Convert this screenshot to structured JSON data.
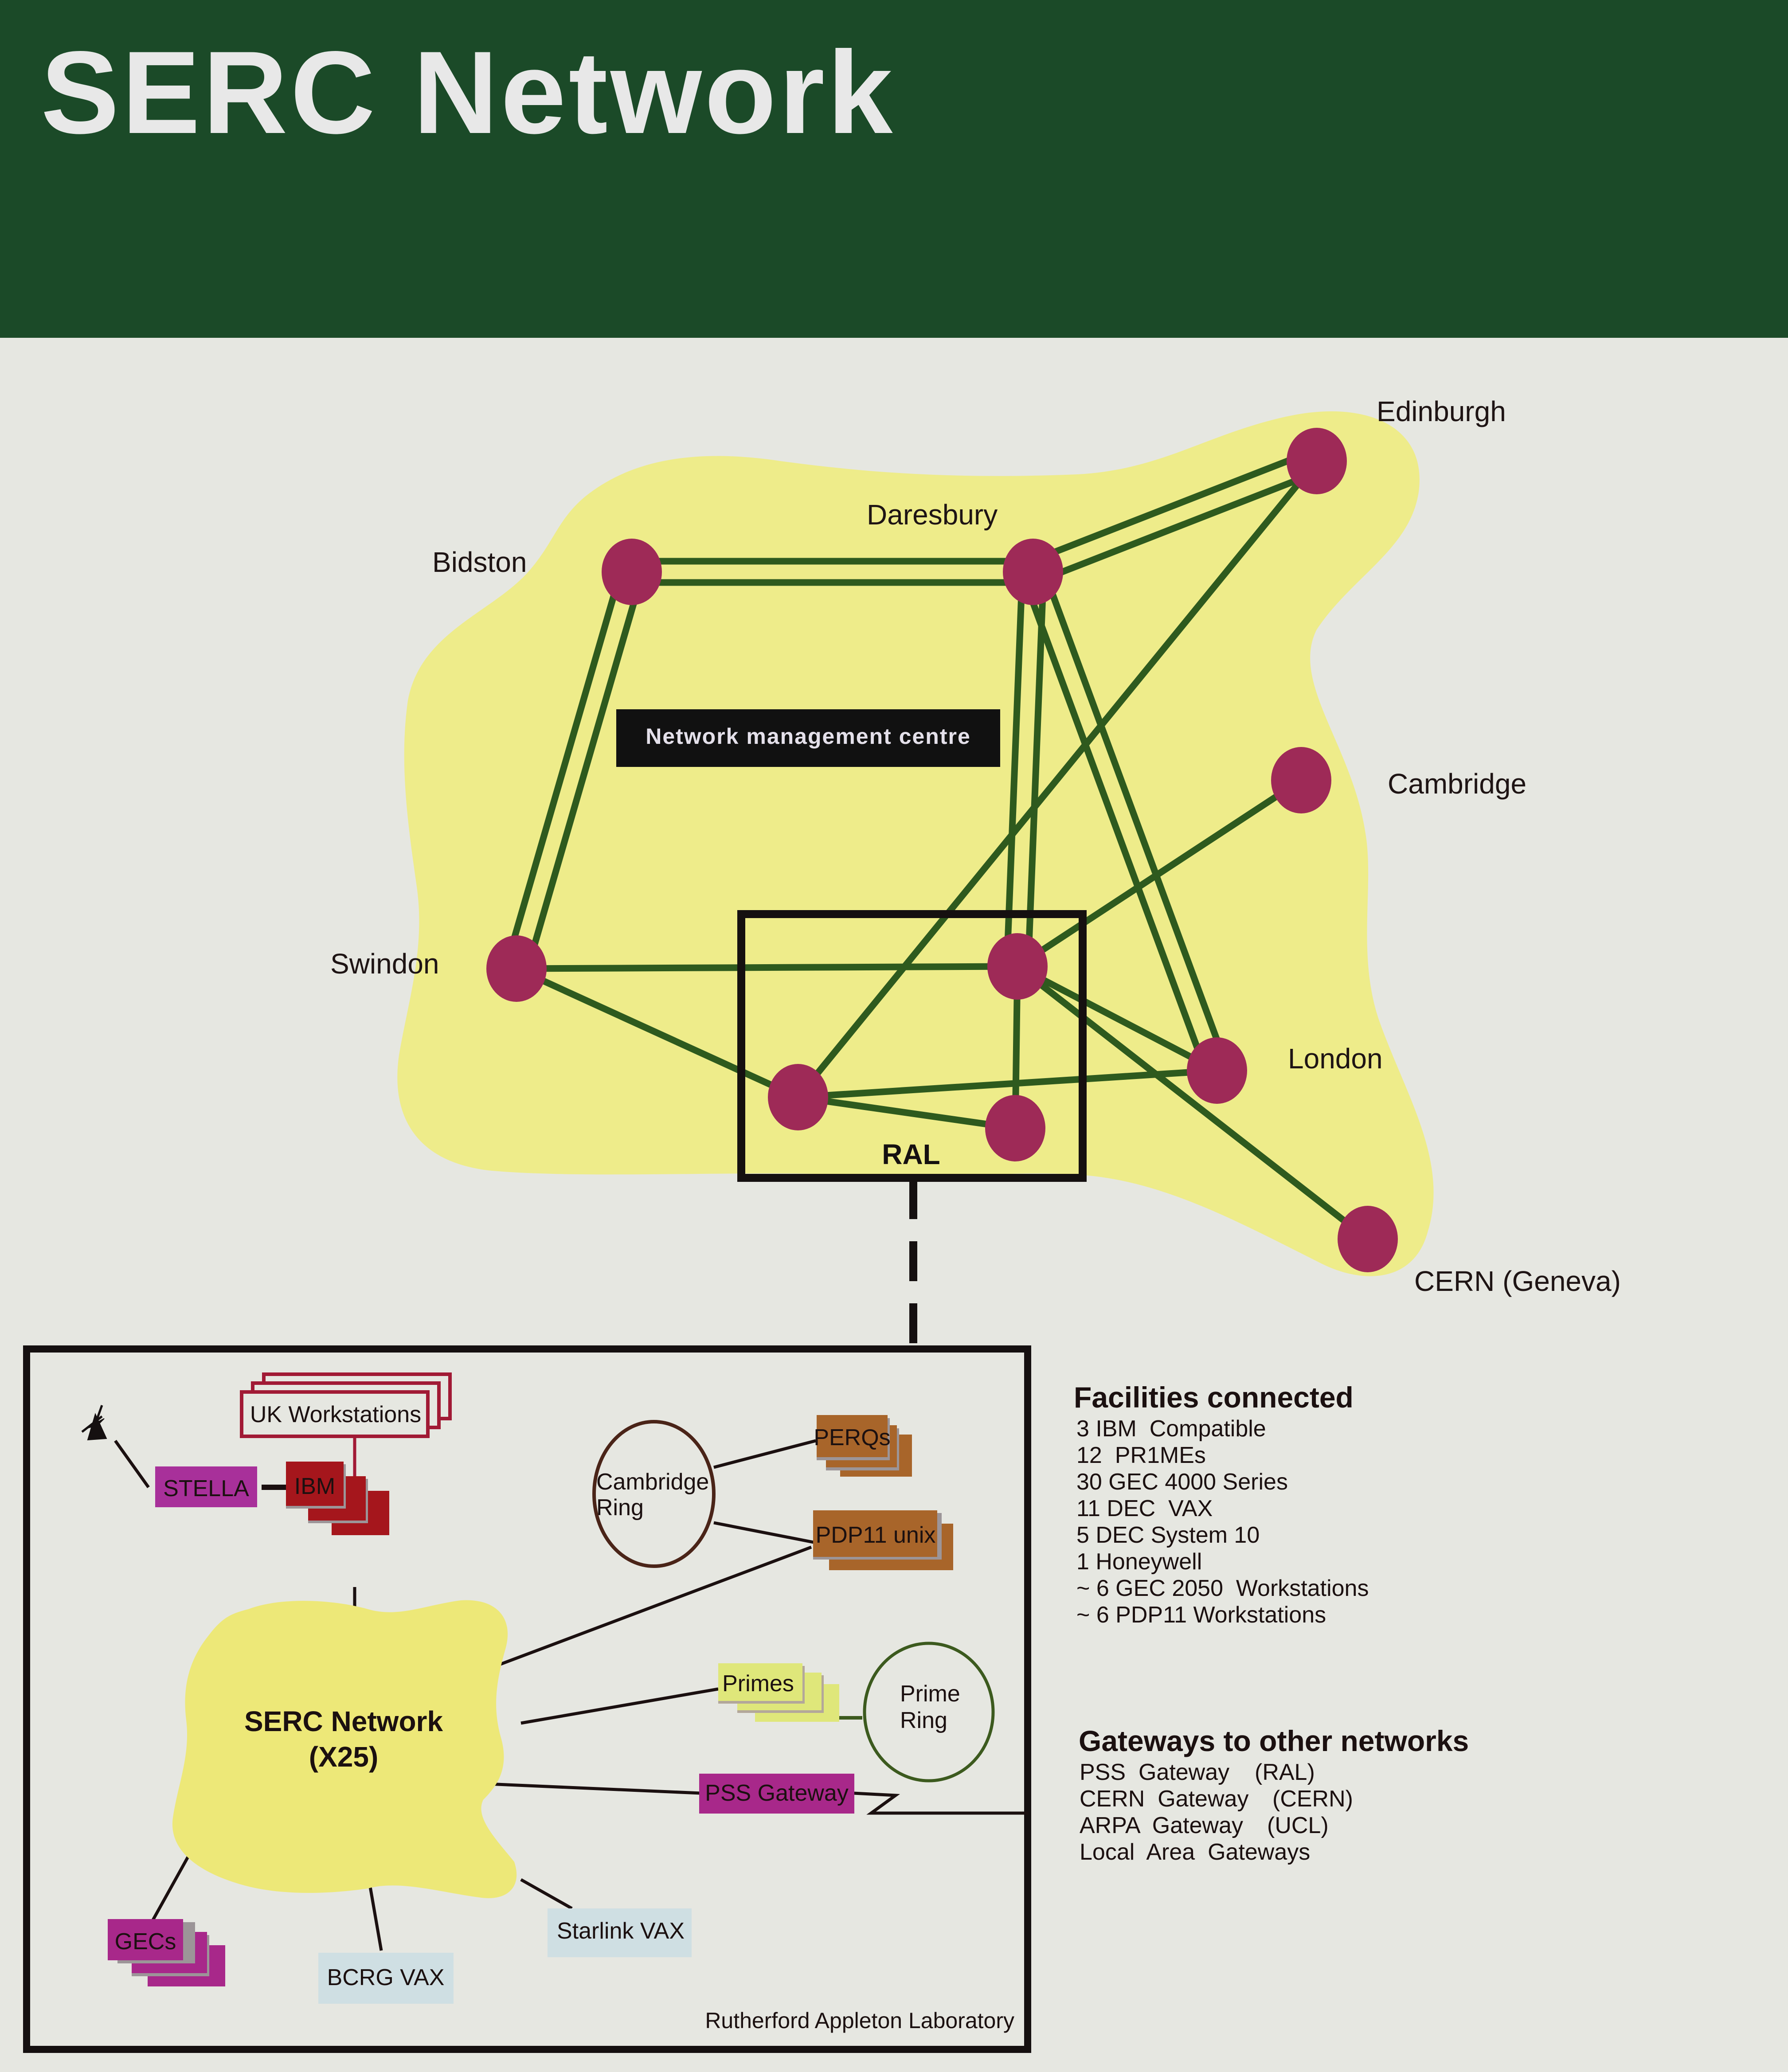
{
  "header": {
    "title": "SERC Network",
    "background_color": "#1b4a28"
  },
  "wan_map": {
    "colors": {
      "region": "#eeec8a",
      "link": "#2e5a1e",
      "node": "#9e2a57"
    },
    "nodes": [
      {
        "id": "edinburgh",
        "label": "Edinburgh"
      },
      {
        "id": "daresbury",
        "label": "Daresbury"
      },
      {
        "id": "bidston",
        "label": "Bidston"
      },
      {
        "id": "cambridge",
        "label": "Cambridge"
      },
      {
        "id": "swindon",
        "label": "Swindon"
      },
      {
        "id": "ral_1",
        "label": ""
      },
      {
        "id": "ral_2",
        "label": ""
      },
      {
        "id": "ral_3",
        "label": ""
      },
      {
        "id": "london",
        "label": "London"
      },
      {
        "id": "cern",
        "label": "CERN (Geneva)"
      }
    ],
    "links": [
      {
        "from": "bidston",
        "to": "daresbury",
        "double": true
      },
      {
        "from": "bidston",
        "to": "swindon",
        "double": true
      },
      {
        "from": "daresbury",
        "to": "edinburgh",
        "double": true
      },
      {
        "from": "daresbury",
        "to": "ral_1",
        "double": true
      },
      {
        "from": "daresbury",
        "to": "london",
        "double": true
      },
      {
        "from": "edinburgh",
        "to": "ral_2",
        "double": false
      },
      {
        "from": "cambridge",
        "to": "ral_1",
        "double": false
      },
      {
        "from": "swindon",
        "to": "ral_1",
        "double": false
      },
      {
        "from": "swindon",
        "to": "ral_2",
        "double": false
      },
      {
        "from": "ral_1",
        "to": "ral_3",
        "double": false
      },
      {
        "from": "ral_1",
        "to": "london",
        "double": false
      },
      {
        "from": "ral_1",
        "to": "cern",
        "double": false
      },
      {
        "from": "ral_2",
        "to": "london",
        "double": false
      },
      {
        "from": "ral_2",
        "to": "ral_3",
        "double": false
      }
    ],
    "nmc_label": "Network management centre",
    "ral_label": "RAL"
  },
  "ral_detail": {
    "core_label_line1": "SERC Network",
    "core_label_line2": "(X25)",
    "uk_workstations": "UK Workstations",
    "stella": "STELLA",
    "ibm": "IBM",
    "cambridge_ring_line1": "Cambridge",
    "cambridge_ring_line2": "Ring",
    "perqs": "PERQs",
    "pdp11_unix": "PDP11 unix",
    "primes": "Primes",
    "prime_ring_line1": "Prime",
    "prime_ring_line2": "Ring",
    "pss_gateway": "PSS Gateway",
    "gecs": "GECs",
    "bcrg_vax": "BCRG VAX",
    "starlink_vax": "Starlink VAX",
    "footer": "Rutherford Appleton Laboratory",
    "colors": {
      "ibm": "#a5161c",
      "stella": "#a8309a",
      "uk_workstations_border": "#a11a35",
      "perqs": "#a8652a",
      "primes": "#dfe77a",
      "pss": "#a8288a",
      "gecs": "#a8288a",
      "vax": "#cfdfe3",
      "core": "#ede878",
      "prime_ring": "#3c5a1e"
    }
  },
  "facilities": {
    "heading": "Facilities connected",
    "items": [
      "3 IBM  Compatible",
      "12  PR1MEs",
      "30 GEC 4000 Series",
      "11 DEC  VAX",
      "5 DEC System 10",
      "1 Honeywell",
      "~ 6 GEC 2050  Workstations",
      "~ 6 PDP11 Workstations"
    ]
  },
  "gateways": {
    "heading": "Gateways to other networks",
    "items": [
      {
        "name": "PSS  Gateway",
        "site": "(RAL)"
      },
      {
        "name": "CERN  Gateway",
        "site": "(CERN)"
      },
      {
        "name": "ARPA  Gateway",
        "site": "(UCL)"
      },
      {
        "name": "Local  Area  Gateways",
        "site": ""
      }
    ]
  }
}
